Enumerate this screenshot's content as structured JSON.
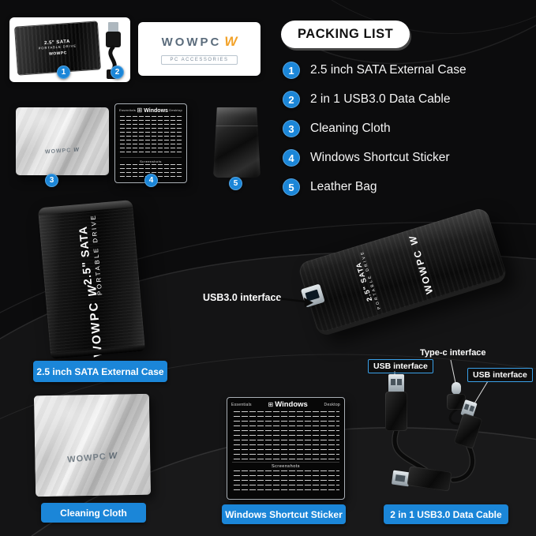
{
  "packing_list": {
    "title": "PACKING LIST",
    "items": [
      {
        "num": "1",
        "label": "2.5 inch SATA External Case"
      },
      {
        "num": "2",
        "label": "2 in 1 USB3.0 Data Cable"
      },
      {
        "num": "3",
        "label": "Cleaning Cloth"
      },
      {
        "num": "4",
        "label": "Windows Shortcut Sticker"
      },
      {
        "num": "5",
        "label": "Leather Bag"
      }
    ]
  },
  "brand_card": {
    "name": "WOWPC",
    "logo_mark": "W",
    "subtitle": "PC ACCESSORIES"
  },
  "drive": {
    "size_line": "2.5\" SATA",
    "type_line": "PORTABLE DRIVE",
    "brand": "WOWPC",
    "logo_mark": "W"
  },
  "cloth": {
    "brand": "WOWPC",
    "logo_mark": "W"
  },
  "sticker": {
    "header_left": "Essentials",
    "logo_glyph": "⊞",
    "title": "Windows",
    "header_right": "Desktop",
    "section_label": "Screenshots"
  },
  "callouts": {
    "usb3": "USB3.0 interface",
    "type_c": "Type-c interface",
    "usb_left": "USB interface",
    "usb_right": "USB interface"
  },
  "badges": {
    "case": "2.5 inch SATA External Case",
    "cloth": "Cleaning Cloth",
    "sticker": "Windows Shortcut Sticker",
    "cable": "2 in 1 USB3.0 Data Cable"
  },
  "colors": {
    "accent": "#1b86d8",
    "background": "#0c0c0d"
  }
}
